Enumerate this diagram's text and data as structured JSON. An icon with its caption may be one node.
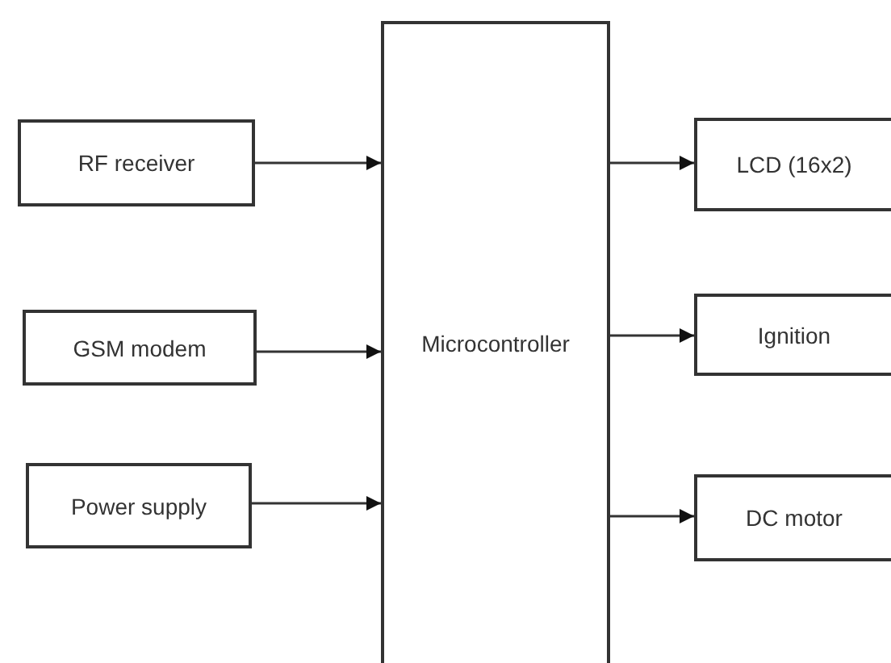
{
  "diagram": {
    "nodes": [
      {
        "text": [
          "RF receiver"
        ]
      },
      {
        "text": [
          "GSM modem"
        ]
      },
      {
        "text": [
          "Power supply"
        ]
      },
      {
        "text": [
          "Microcontroller"
        ]
      },
      {
        "text": [
          "LCD (16x2)"
        ]
      },
      {
        "text": [
          "Ignition"
        ]
      },
      {
        "text": [
          "DC motor"
        ]
      }
    ],
    "edges": [
      {
        "from": 0,
        "to": 3,
        "arrow": "to"
      },
      {
        "from": 1,
        "to": 3,
        "arrow": "to"
      },
      {
        "from": 2,
        "to": 3,
        "arrow": "to"
      },
      {
        "from": 3,
        "to": 4,
        "arrow": "to"
      },
      {
        "from": 3,
        "to": 5,
        "arrow": "to"
      },
      {
        "from": 3,
        "to": 6,
        "arrow": "to"
      }
    ]
  }
}
